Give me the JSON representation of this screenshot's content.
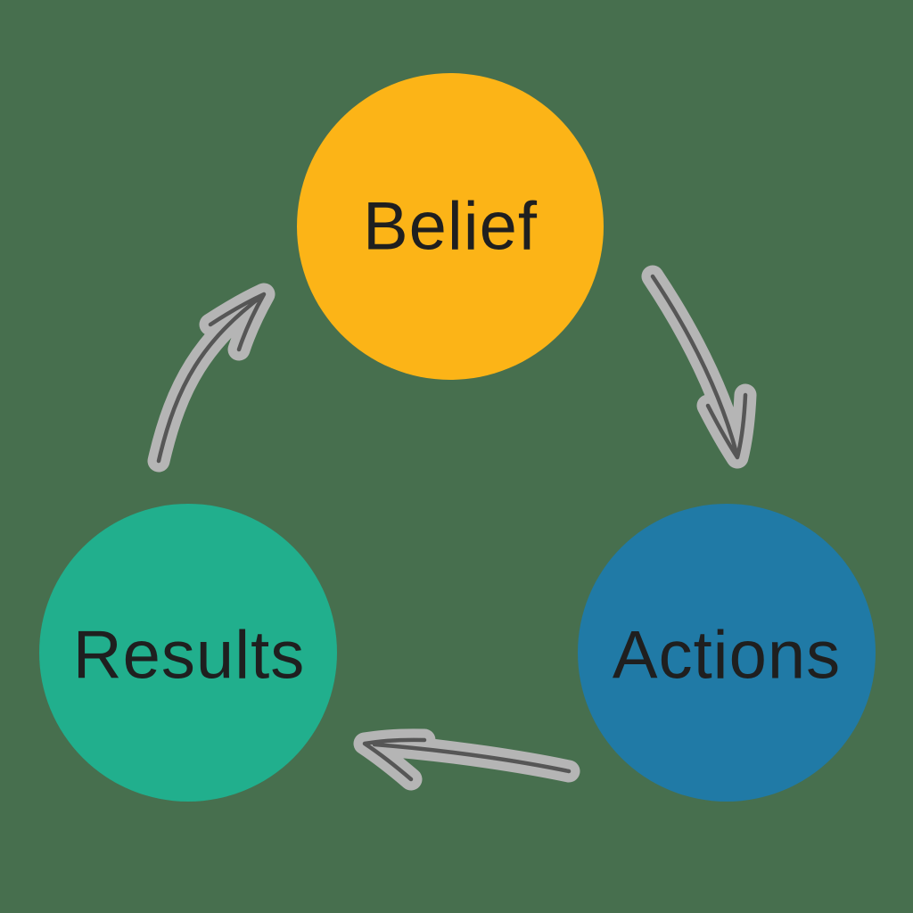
{
  "page": {
    "background_color": "#476F4E"
  },
  "diagram": {
    "type": "cycle",
    "nodes": [
      {
        "id": "belief",
        "label": "Belief",
        "color": "#FCB417",
        "text_color": "#1F1F1F"
      },
      {
        "id": "actions",
        "label": "Actions",
        "color": "#207AA6",
        "text_color": "#1F1F1F"
      },
      {
        "id": "results",
        "label": "Results",
        "color": "#21AF8D",
        "text_color": "#1F1F1F"
      }
    ],
    "edges": [
      {
        "from": "belief",
        "to": "actions"
      },
      {
        "from": "actions",
        "to": "results"
      },
      {
        "from": "results",
        "to": "belief"
      }
    ],
    "arrow_style": {
      "halo_color": "#B5B5B5",
      "core_color": "#565656"
    }
  }
}
